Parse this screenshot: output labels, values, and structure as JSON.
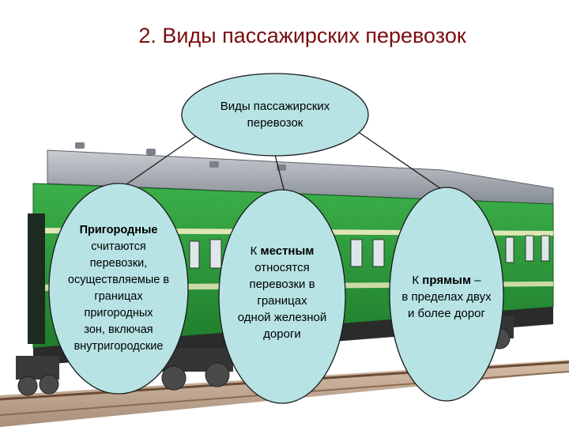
{
  "title": "2. Виды пассажирских перевозок",
  "colors": {
    "title": "#7a0d0d",
    "ellipse_fill": "#b7e3e4",
    "ellipse_stroke": "#1a1a1a",
    "car_green": "#2f9e3c",
    "car_roof": "#9aa0a8"
  },
  "root": {
    "line1": "Виды пассажирских",
    "line2": "перевозок"
  },
  "nodes": {
    "suburban": {
      "bold": "Пригородные",
      "lines": [
        "считаются",
        "перевозки,",
        "осуществляемые в",
        "границах",
        "пригородных",
        "зон, включая",
        "внутригородские"
      ]
    },
    "local": {
      "prefix": "К ",
      "bold": "местным",
      "lines": [
        "относятся",
        "перевозки в",
        "границах",
        "одной железной",
        "дороги"
      ]
    },
    "direct": {
      "prefix": "К ",
      "bold": "прямым",
      "suffix": " –",
      "lines": [
        "в пределах двух",
        "и более дорог"
      ]
    }
  }
}
